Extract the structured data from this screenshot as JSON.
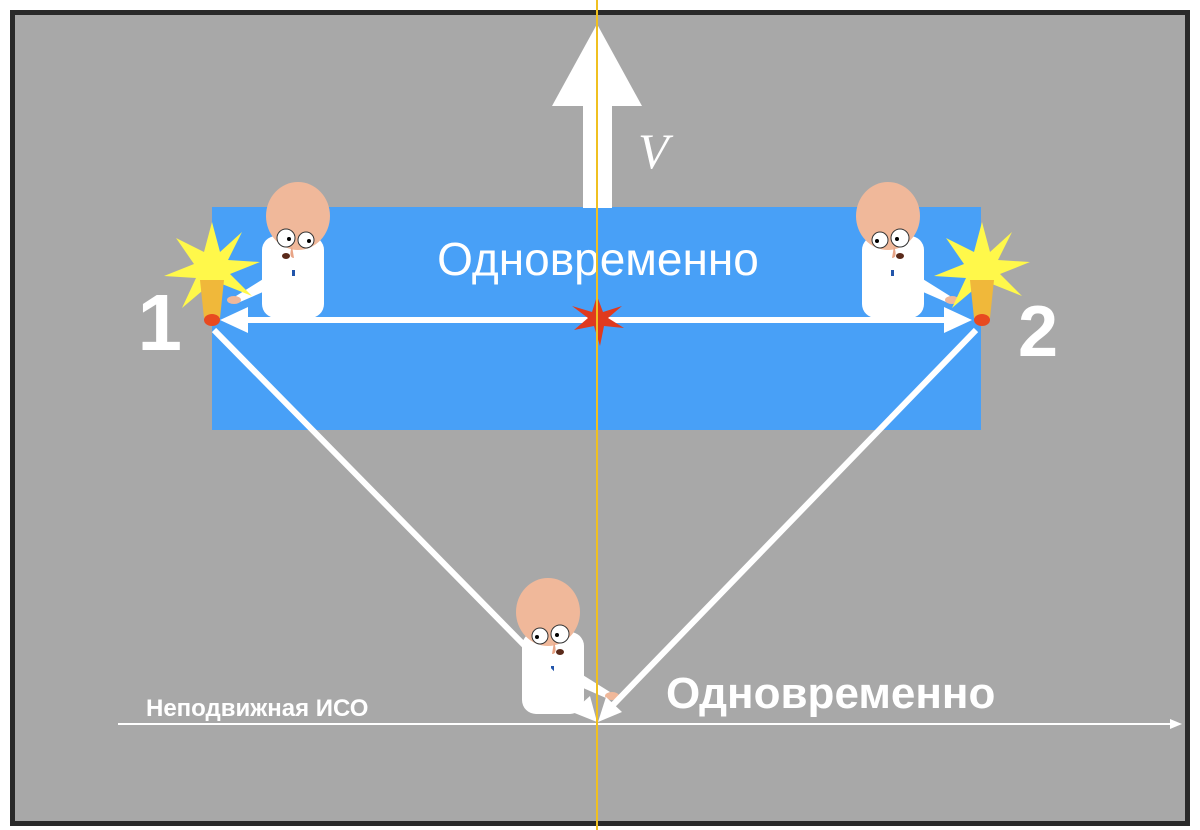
{
  "diagram": {
    "velocity_label": "V",
    "moving_frame_label": "Одновременно",
    "stationary_label": "Одновременно",
    "frame_label": "Неподвижная ИСО",
    "event_1": "1",
    "event_2": "2"
  },
  "colors": {
    "background": "#a8a8a8",
    "moving_frame": "#48a0f7",
    "center_line": "#f0c020",
    "flash": "#fff84a",
    "burst": "#e03a1e",
    "arrows": "#ffffff"
  }
}
